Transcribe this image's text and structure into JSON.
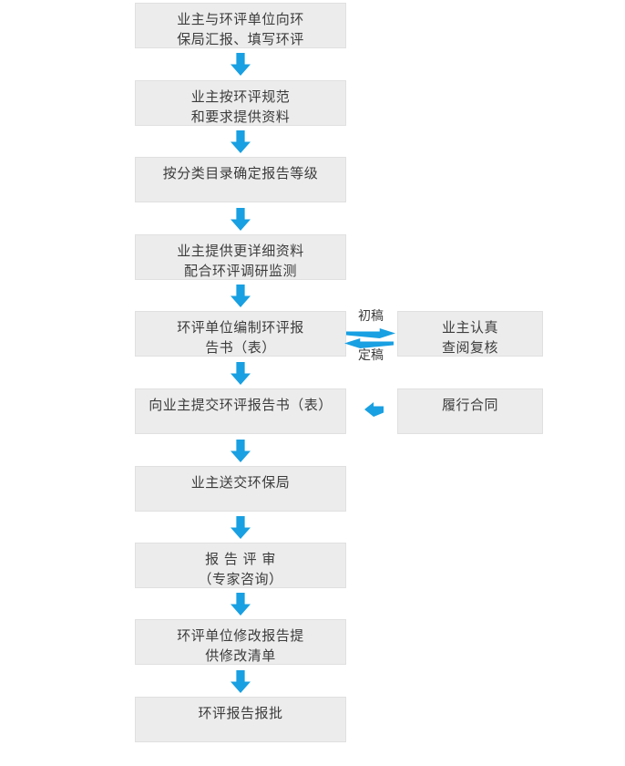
{
  "colors": {
    "arrow_blue": "#18a0e2",
    "box_background": "#ececec",
    "box_border": "#e0e0e0",
    "text": "#3c3c3c",
    "page_background": "#ffffff"
  },
  "flow": {
    "main_boxes": [
      {
        "lines": [
          "业主与环评单位向环",
          "保局汇报、填写环评"
        ]
      },
      {
        "lines": [
          "业主按环评规范",
          "和要求提供资料"
        ]
      },
      {
        "lines": [
          "按分类目录确定报告等级"
        ]
      },
      {
        "lines": [
          "业主提供更详细资料",
          "配合环评调研监测"
        ]
      },
      {
        "lines": [
          "环评单位编制环评报",
          "告书（表）"
        ]
      },
      {
        "lines": [
          "向业主提交环评报告书（表）"
        ]
      },
      {
        "lines": [
          "业主送交环保局"
        ]
      },
      {
        "lines": [
          "报 告 评 审",
          "（专家咨询）"
        ]
      },
      {
        "lines": [
          "环评单位修改报告提",
          "供修改清单"
        ]
      },
      {
        "lines": [
          "环评报告报批"
        ]
      }
    ],
    "side_boxes": [
      {
        "lines": [
          "业主认真",
          "查阅复核"
        ]
      },
      {
        "lines": [
          "履行合同"
        ]
      }
    ],
    "exchange_labels": {
      "top": "初稿",
      "bottom": "定稿"
    }
  }
}
